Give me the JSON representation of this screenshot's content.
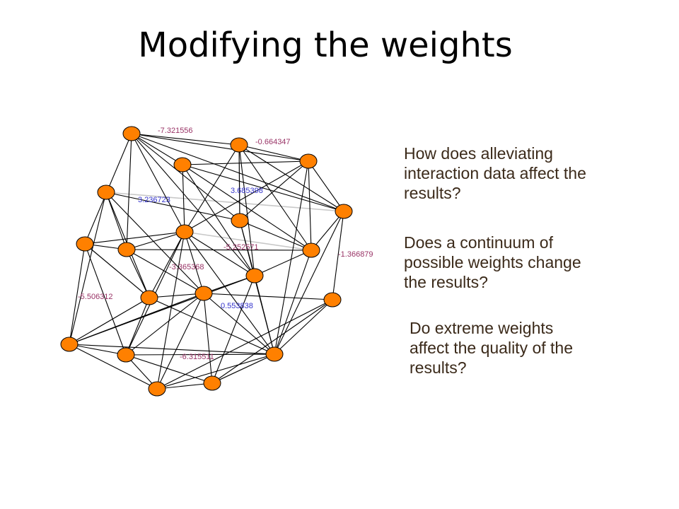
{
  "title": "Modifying the weights",
  "questions": [
    "How does alleviating interaction data affect the results?",
    "Does a continuum of possible weights change the results?",
    "Do extreme weights affect the quality of the results?"
  ],
  "colors": {
    "node_fill": "#ff8000",
    "node_stroke": "#000000",
    "edge": "#000000",
    "weighted_edge": "#c8c8c8",
    "negative_label": "#993366",
    "positive_label": "#3333cc"
  },
  "weight_labels": [
    {
      "text": "-7.321556",
      "sign": "negative"
    },
    {
      "text": "-0.664347",
      "sign": "negative"
    },
    {
      "text": "3.685398",
      "sign": "positive"
    },
    {
      "text": "3.236723",
      "sign": "positive"
    },
    {
      "text": "-5.252571",
      "sign": "negative"
    },
    {
      "text": "-1.366879",
      "sign": "negative"
    },
    {
      "text": "-3.365368",
      "sign": "negative"
    },
    {
      "text": "-5.506312",
      "sign": "negative"
    },
    {
      "text": "0.553838",
      "sign": "positive"
    },
    {
      "text": "-6.315511",
      "sign": "negative"
    }
  ]
}
